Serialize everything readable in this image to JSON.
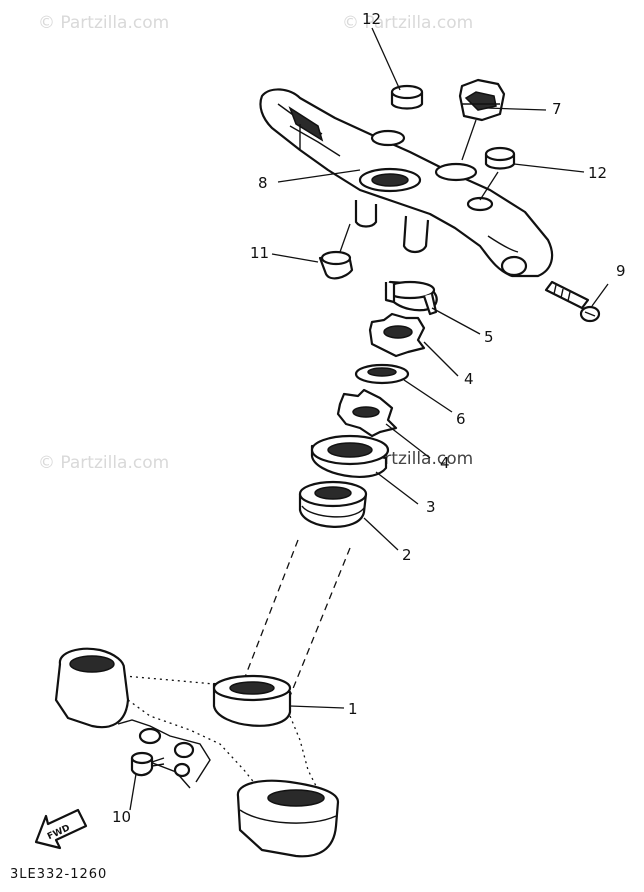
{
  "watermark": "© Partzilla.com",
  "part_number": "3LE332-1260",
  "fwd_label": "FWD",
  "callouts": {
    "c1": "1",
    "c2": "2",
    "c3": "3",
    "c4a": "4",
    "c4b": "4",
    "c5": "5",
    "c6": "6",
    "c7": "7",
    "c8": "8",
    "c9": "9",
    "c10": "10",
    "c11": "11",
    "c12a": "12",
    "c12b": "12"
  }
}
